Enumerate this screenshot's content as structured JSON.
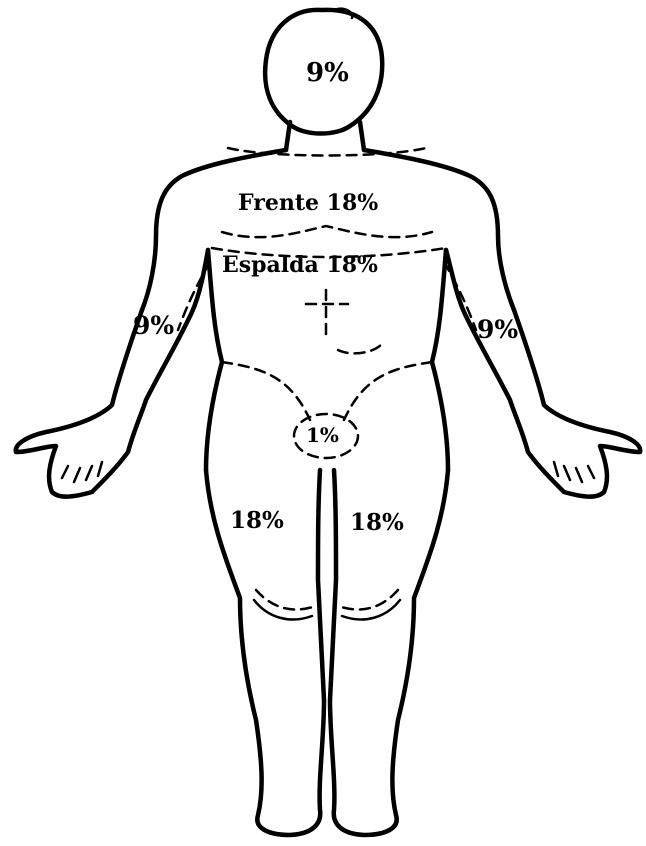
{
  "diagram": {
    "labels": {
      "head": "9%",
      "front_torso": "Frente 18%",
      "back_torso": "Espalda 18%",
      "arm_right": "9%",
      "arm_left": "9%",
      "genital": "1%",
      "leg_right": "18%",
      "leg_left": "18%"
    },
    "colors": {
      "line": "#000000",
      "background": "#ffffff"
    }
  }
}
